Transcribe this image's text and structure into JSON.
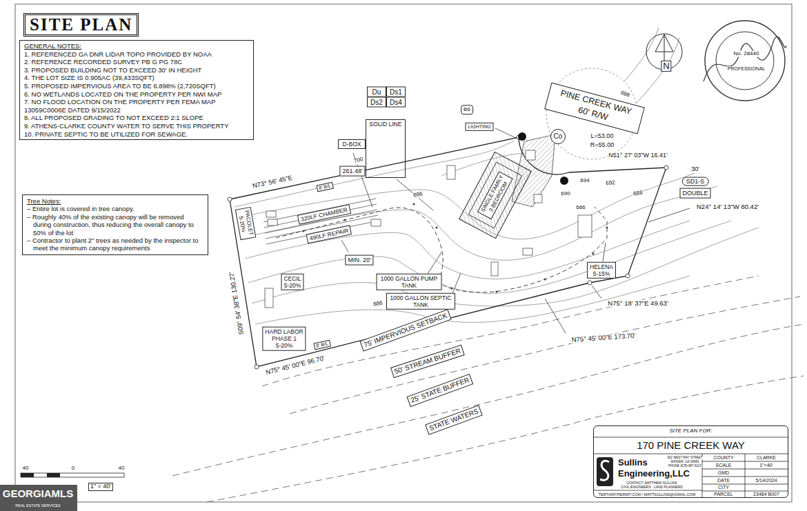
{
  "diagram": {
    "title": "SITE PLAN",
    "nodes": [
      {
        "text": [
          "GENERAL NOTES:",
          "1. REFERENCED GA DNR LIDAR TOPO PROVIDED BY NOAA",
          "2. REFERENCE RECORDED SURVEY PB G PG 78C",
          "3. PROPOSED BUILDING NOT TO EXCEED 30' IN HEIGHT",
          "4. THE LOT SIZE IS 0.905AC (39,433SQFT)",
          "5. PROPOSED IMPERVIOUS AREA TO BE 6.898% (2,720SQFT)",
          "6. NO WETLANDS LOCATED ON THE PROPERTY PER NWI MAP",
          "7. NO FLOOD LOCATION ON THE PROPERTY PER FEMA MAP 13059C0006E DATED 9/15/2022",
          "8. ALL PROPOSED GRADING TO NOT EXCEED 2:1 SLOPE",
          "9. ATHENS-CLARKE COUNTY WATER TO SERVE THIS PROPERTY",
          "10. PRIVATE SEPTIC TO BE UTILIZED FOR SEWAGE."
        ]
      },
      {
        "text": [
          "Tree Notes:",
          "– Entire lot is covered in tree canopy.",
          "– Roughly 40% of the existing canopy will be removed during construction, thus reducing the overall canopy to 50% of the lot",
          "– Contractor to plant 2\" trees as needed by the inspector to meet the minimum canopy requirements"
        ]
      },
      {
        "text": [
          "Du"
        ]
      },
      {
        "text": [
          "Ds1"
        ]
      },
      {
        "text": [
          "Ds2"
        ]
      },
      {
        "text": [
          "Ds4"
        ]
      },
      {
        "text": [
          "B6"
        ]
      },
      {
        "text": [
          "LIGHTING"
        ]
      },
      {
        "text": [
          "SOLID LINE"
        ]
      },
      {
        "text": [
          "D-BOX"
        ]
      },
      {
        "text": [
          "261.48'"
        ]
      },
      {
        "text": [
          "PINE CREEK WAY",
          "60' R/W"
        ]
      },
      {
        "text": [
          "Co"
        ]
      },
      {
        "text": [
          "SINGLE FAMILY",
          "3 BEDROOM"
        ]
      },
      {
        "text": [
          "SD1-S"
        ]
      },
      {
        "text": [
          "DOUBLE"
        ]
      },
      {
        "text": [
          "PACOLET",
          "5-20%"
        ]
      },
      {
        "text": [
          "320LF CHAMBER"
        ]
      },
      {
        "text": [
          "490LF REPAIR"
        ]
      },
      {
        "text": [
          "MIN. 20'"
        ]
      },
      {
        "text": [
          "CECIL",
          "5-20%"
        ]
      },
      {
        "text": [
          "1000 GALLON PUMP TANK"
        ]
      },
      {
        "text": [
          "1000 GALLON SEPTIC TANK"
        ]
      },
      {
        "text": [
          "HELENA",
          "5-15%"
        ]
      },
      {
        "text": [
          "HARD LABOR",
          "PHASE 1",
          "5-20%"
        ]
      },
      {
        "text": [
          "75' IMPERVIOUS SETBACK"
        ]
      },
      {
        "text": [
          "50' STREAM BUFFER"
        ]
      },
      {
        "text": [
          "25' STATE BUFFER"
        ]
      },
      {
        "text": [
          "STATE WATERS"
        ]
      },
      {
        "text": [
          "SITE PLAN FOR:",
          "170 PINE CREEK WAY"
        ]
      },
      {
        "text": [
          "Sullins",
          "Engineering,LLC"
        ],
        "in": 29
      }
    ],
    "labels": [
      "N",
      "No. 28440",
      "PROFESSIONAL",
      "N73° 56' 45\"E",
      "S09° 54' 38\"E 130.27'",
      "N75° 45' 00\"E 96.70'",
      "N75° 45' 00\"E 173.70'",
      "N75° 18' 37\"E 49.63'",
      "N24° 14' 13\"W 80.42'",
      "L=53.00",
      "R=55.00",
      "N51° 27' 03\"W 16.41'",
      "30'",
      "698",
      "700",
      "696",
      "694",
      "692",
      "690",
      "688",
      "686",
      "686",
      "8' B/L",
      "8' B/L",
      "COUNTY",
      "CLARKE",
      "SCALE",
      "1\"=40'",
      "GMD",
      "DATE",
      "5/14/2024",
      "CITY",
      "PARCEL",
      "23484 B007",
      "302 WEST MAY STREET",
      "WINDER, GA 30680",
      "PHONE (678) 887-6213",
      "CONTACT: MATTHEW SULLINS",
      "CIVIL ENGINEERS · LAND PLANNERS",
      "TERTIARYPERMIT.COM / MATTSULLINS@GMAIL.COM",
      "40",
      "0",
      "40",
      "1\" = 40'",
      "GEORGIAMLS",
      "REAL ESTATE SERVICES"
    ]
  }
}
